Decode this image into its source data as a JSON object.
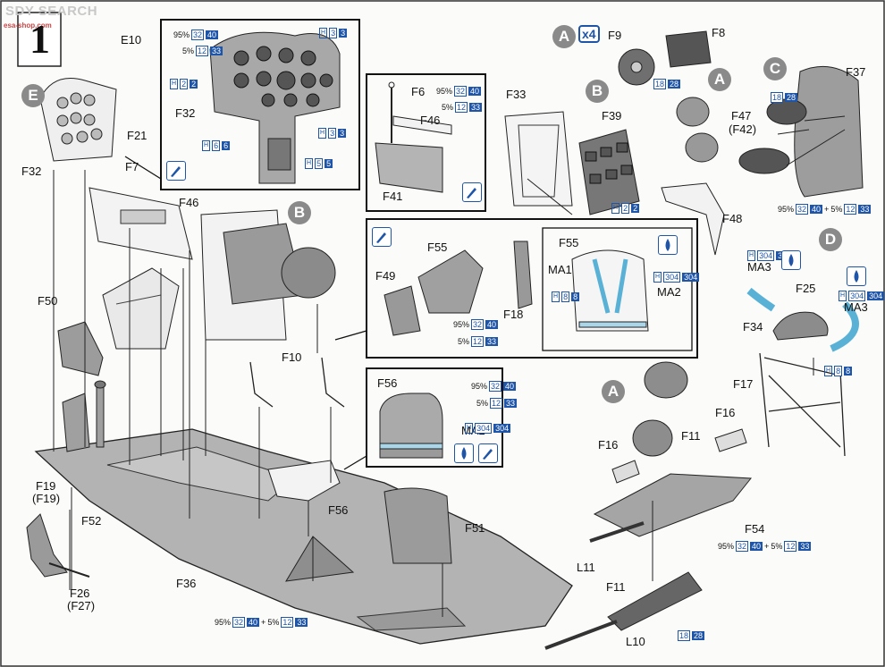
{
  "watermark": {
    "text": "SDY SEARCH",
    "url": "esa-shop.com"
  },
  "step_number": "1",
  "callouts": [
    {
      "letter": "E"
    },
    {
      "letter": "A"
    },
    {
      "letter": "B"
    },
    {
      "letter": "A"
    },
    {
      "letter": "C"
    },
    {
      "letter": "B"
    },
    {
      "letter": "D"
    },
    {
      "letter": "A"
    }
  ],
  "multiplier": "x4",
  "labels": {
    "E10": "E10",
    "F21": "F21",
    "F32a": "F32",
    "F7": "F7",
    "F32b": "F32",
    "F6": "F6",
    "F46a": "F46",
    "F41": "F41",
    "F9": "F9",
    "F8": "F8",
    "F33": "F33",
    "F39": "F39",
    "F37": "F37",
    "F47": "F47",
    "F42": "(F42)",
    "F48": "F48",
    "F46b": "F46",
    "F50": "F50",
    "F55a": "F55",
    "F49": "F49",
    "F18": "F18",
    "F55b": "F55",
    "MA1": "MA1",
    "MA2a": "MA2",
    "MA3a": "MA3",
    "F25": "F25",
    "MA3b": "MA3",
    "F34": "F34",
    "F10": "F10",
    "F17": "F17",
    "F16a": "F16",
    "F56a": "F56",
    "MA2b": "MA2",
    "F11a": "F11",
    "F16b": "F16",
    "F19": "F19",
    "F19b": "(F19)",
    "F52": "F52",
    "F56b": "F56",
    "F51": "F51",
    "F54": "F54",
    "L11": "L11",
    "F11b": "F11",
    "F36": "F36",
    "F26": "F26",
    "F27": "(F27)",
    "L10": "L10"
  },
  "paints": {
    "pct95": "95%",
    "pct5": "5%",
    "plus": "+",
    "c32": "32",
    "c40": "40",
    "c12": "12",
    "c33": "33",
    "c2": "2",
    "c3": "3",
    "c5": "5",
    "c6": "6",
    "c8": "8",
    "c18": "18",
    "c28": "28",
    "c304": "304",
    "H": "H"
  },
  "colors": {
    "accent": "#1e55a8",
    "callout": "#8a8a8a",
    "part_fill": "#b5b5b5",
    "seat_fill": "#a9d6e8"
  }
}
